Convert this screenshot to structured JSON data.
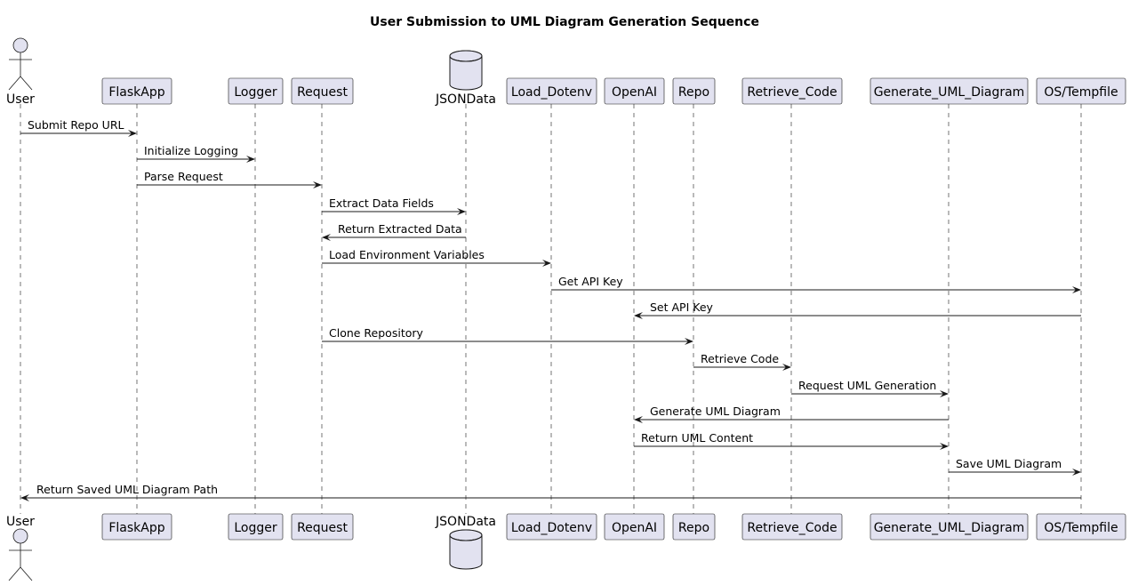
{
  "title": "User Submission to UML Diagram Generation Sequence",
  "participants": [
    {
      "id": "user",
      "label": "User",
      "kind": "actor"
    },
    {
      "id": "flaskapp",
      "label": "FlaskApp",
      "kind": "participant"
    },
    {
      "id": "logger",
      "label": "Logger",
      "kind": "participant"
    },
    {
      "id": "request",
      "label": "Request",
      "kind": "participant"
    },
    {
      "id": "jsondata",
      "label": "JSONData",
      "kind": "database"
    },
    {
      "id": "load_dotenv",
      "label": "Load_Dotenv",
      "kind": "participant"
    },
    {
      "id": "openai",
      "label": "OpenAI",
      "kind": "participant"
    },
    {
      "id": "repo",
      "label": "Repo",
      "kind": "participant"
    },
    {
      "id": "retrieve_code",
      "label": "Retrieve_Code",
      "kind": "participant"
    },
    {
      "id": "generate_uml",
      "label": "Generate_UML_Diagram",
      "kind": "participant"
    },
    {
      "id": "os_tempfile",
      "label": "OS/Tempfile",
      "kind": "participant"
    }
  ],
  "messages": [
    {
      "from": "user",
      "to": "flaskapp",
      "label": "Submit Repo URL"
    },
    {
      "from": "flaskapp",
      "to": "logger",
      "label": "Initialize Logging"
    },
    {
      "from": "flaskapp",
      "to": "request",
      "label": "Parse Request"
    },
    {
      "from": "request",
      "to": "jsondata",
      "label": "Extract Data Fields"
    },
    {
      "from": "jsondata",
      "to": "request",
      "label": "Return Extracted Data"
    },
    {
      "from": "request",
      "to": "load_dotenv",
      "label": "Load Environment Variables"
    },
    {
      "from": "load_dotenv",
      "to": "os_tempfile",
      "label": "Get API Key"
    },
    {
      "from": "os_tempfile",
      "to": "openai",
      "label": "Set API Key"
    },
    {
      "from": "request",
      "to": "repo",
      "label": "Clone Repository"
    },
    {
      "from": "repo",
      "to": "retrieve_code",
      "label": "Retrieve Code"
    },
    {
      "from": "retrieve_code",
      "to": "generate_uml",
      "label": "Request UML Generation"
    },
    {
      "from": "generate_uml",
      "to": "openai",
      "label": "Generate UML Diagram"
    },
    {
      "from": "openai",
      "to": "generate_uml",
      "label": "Return UML Content"
    },
    {
      "from": "generate_uml",
      "to": "os_tempfile",
      "label": "Save UML Diagram"
    },
    {
      "from": "os_tempfile",
      "to": "user",
      "label": "Return Saved UML Diagram Path"
    }
  ]
}
